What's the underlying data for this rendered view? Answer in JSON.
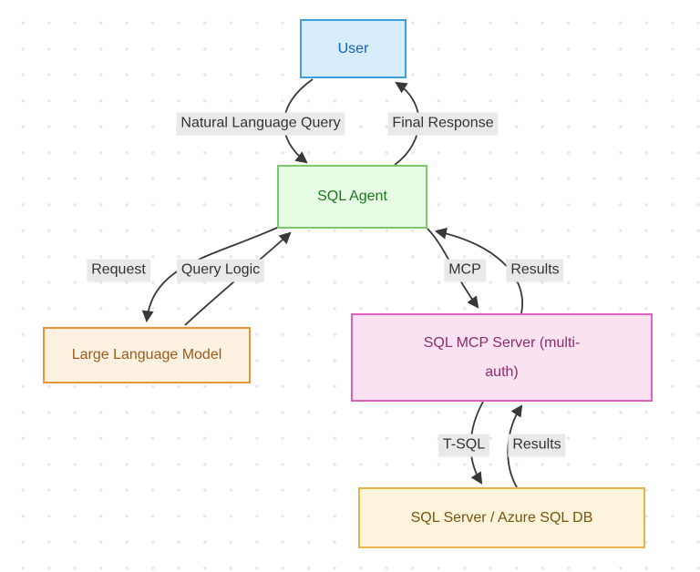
{
  "diagram": {
    "type": "flowchart",
    "colors": {
      "background": "#ffffff",
      "grid_dot": "#e6e6e6",
      "edge_stroke": "#383838",
      "edge_label_bg": "#e9e9e9",
      "edge_label_text": "#333333",
      "user_fill": "#d8edfc",
      "user_border": "#3d9fdb",
      "user_text": "#1560bd",
      "sql_agent_fill": "#e8fbe5",
      "sql_agent_border": "#7cc96d",
      "sql_agent_text": "#177a1c",
      "llm_fill": "#fdf2e2",
      "llm_border": "#ee9434",
      "llm_text": "#9a5a1b",
      "mcp_server_fill": "#fbe2f0",
      "mcp_server_border": "#e35fbe",
      "mcp_server_text": "#8c2d6d",
      "sql_db_fill": "#fdf4db",
      "sql_db_border": "#e9b447",
      "sql_db_text": "#7a520f"
    },
    "nodes": [
      {
        "id": "user",
        "label": "User"
      },
      {
        "id": "sql-agent",
        "label": "SQL Agent"
      },
      {
        "id": "llm",
        "label": "Large Language Model"
      },
      {
        "id": "mcp-server",
        "label": "SQL MCP Server (multi-auth)"
      },
      {
        "id": "sql-db",
        "label": "SQL Server / Azure SQL DB"
      }
    ],
    "edges": [
      {
        "from": "user",
        "to": "sql-agent",
        "label": "Natural Language Query"
      },
      {
        "from": "sql-agent",
        "to": "user",
        "label": "Final Response"
      },
      {
        "from": "sql-agent",
        "to": "llm",
        "label": "Request"
      },
      {
        "from": "llm",
        "to": "sql-agent",
        "label": "Query Logic"
      },
      {
        "from": "sql-agent",
        "to": "mcp-server",
        "label": "MCP"
      },
      {
        "from": "mcp-server",
        "to": "sql-agent",
        "label": "Results"
      },
      {
        "from": "mcp-server",
        "to": "sql-db",
        "label": "T-SQL"
      },
      {
        "from": "sql-db",
        "to": "mcp-server",
        "label": "Results"
      }
    ]
  }
}
